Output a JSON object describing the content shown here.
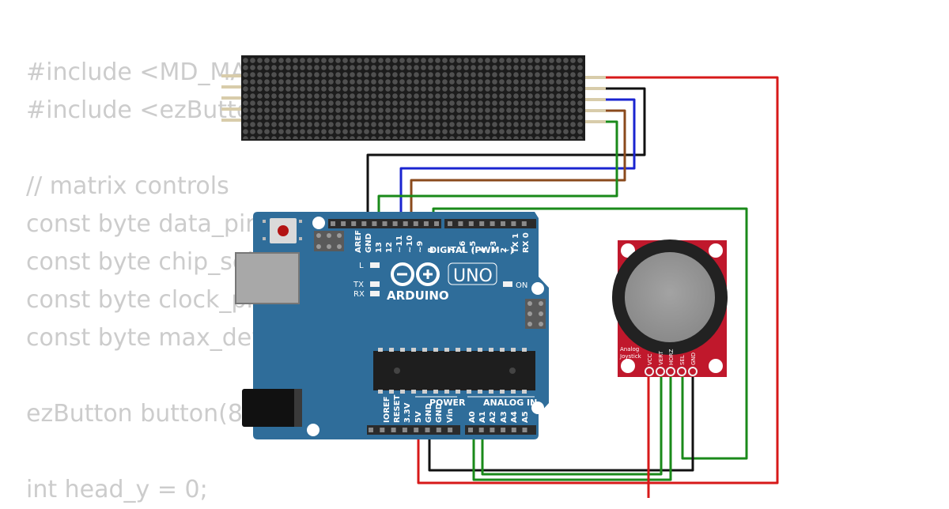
{
  "code_lines": [
    "#include <MD_MAX72xx.h>",
    "#include <ezButton.h>",
    "",
    "// matrix controls",
    "const byte data_pin = 11;",
    "const byte chip_select_pin = 10;",
    "const byte clock_pin = 13;",
    "const byte max_devices = 4;",
    "",
    "ezButton button(8);",
    "",
    "int head_y = 0;"
  ],
  "board": {
    "brand": "ARDUINO",
    "model": "UNO",
    "digital_header_label": "DIGITAL (PWM ~)",
    "power_label": "POWER",
    "analog_label": "ANALOG IN",
    "led_l": "L",
    "led_tx": "TX",
    "led_rx": "RX",
    "led_on": "ON",
    "digital_pins": [
      "AREF",
      "GND",
      "13",
      "12",
      "~11",
      "~10",
      "~9",
      "8",
      "7",
      "~6",
      "~5",
      "4",
      "~3",
      "2",
      "TX 1",
      "RX 0"
    ],
    "power_pins": [
      "IOREF",
      "RESET",
      "3.3V",
      "5V",
      "GND",
      "GND",
      "Vin"
    ],
    "analog_pins": [
      "A0",
      "A1",
      "A2",
      "A3",
      "A4",
      "A5"
    ]
  },
  "joystick": {
    "label_line1": "Analog",
    "label_line2": "Joystick",
    "pins": [
      "VCC",
      "VERT",
      "HORZ",
      "SEL",
      "GND"
    ]
  },
  "colors": {
    "board": "#2f6d9a",
    "joystick_pcb": "#c0182c",
    "matrix_body": "#1c1c1c",
    "wire_red": "#d71919",
    "wire_black": "#111111",
    "wire_blue": "#1a24d0",
    "wire_brown": "#8a4a1c",
    "wire_green": "#1a8a1a"
  }
}
